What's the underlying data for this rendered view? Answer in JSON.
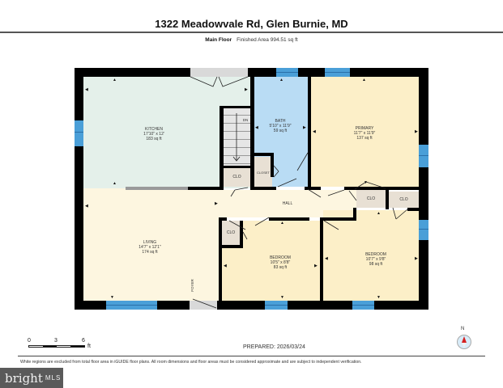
{
  "header": {
    "title": "1322 Meadowvale Rd, Glen Burnie, MD",
    "floor_label": "Main Floor",
    "finished_area": "Finished Area 994.51 sq ft"
  },
  "rooms": {
    "kitchen": {
      "name": "KITCHEN",
      "dims": "17'10\" x 12'",
      "area": "183 sq ft",
      "color": "#e4f0ea"
    },
    "bath": {
      "name": "BATH",
      "dims": "5'10\" x 11'9\"",
      "area": "59 sq ft",
      "color": "#b9dcf4"
    },
    "primary": {
      "name": "PRIMARY",
      "dims": "11'7\" x 11'9\"",
      "area": "137 sq ft",
      "color": "#fcefc8"
    },
    "living": {
      "name": "LIVING",
      "dims": "14'7\" x 12'1\"",
      "area": "174 sq ft",
      "color": "#fdf6e0"
    },
    "hall": {
      "name": "HALL",
      "color": "#fdf6e0"
    },
    "bedroom1": {
      "name": "BEDROOM",
      "dims": "10'5\" x 8'8\"",
      "area": "83 sq ft",
      "color": "#fcefc8"
    },
    "bedroom2": {
      "name": "BEDROOM",
      "dims": "10'7\" x 9'8\"",
      "area": "98 sq ft",
      "color": "#fcefc8"
    },
    "foyer": {
      "name": "FOYER"
    },
    "stairs_label": "DN",
    "closets": [
      "CLO",
      "CLOSET",
      "CLO",
      "CLO",
      "CLO"
    ]
  },
  "scale": {
    "marks": [
      "0",
      "3",
      "6"
    ],
    "unit": "ft"
  },
  "footer": {
    "prepared": "PREPARED: 2026/03/24",
    "disclaimer": "White regions are excluded from total floor area in iGUIDE floor plans. All room dimensions and floor areas must be considered approximate and are subject to independent verification.",
    "compass_label": "N",
    "logo_main": "bright",
    "logo_sub": "MLS"
  },
  "colors": {
    "wall": "#000000",
    "window": "#4a9fd8",
    "closet": "#e8e0d4",
    "opening": "#d9d9d9",
    "compass_needle": "#d42020"
  }
}
